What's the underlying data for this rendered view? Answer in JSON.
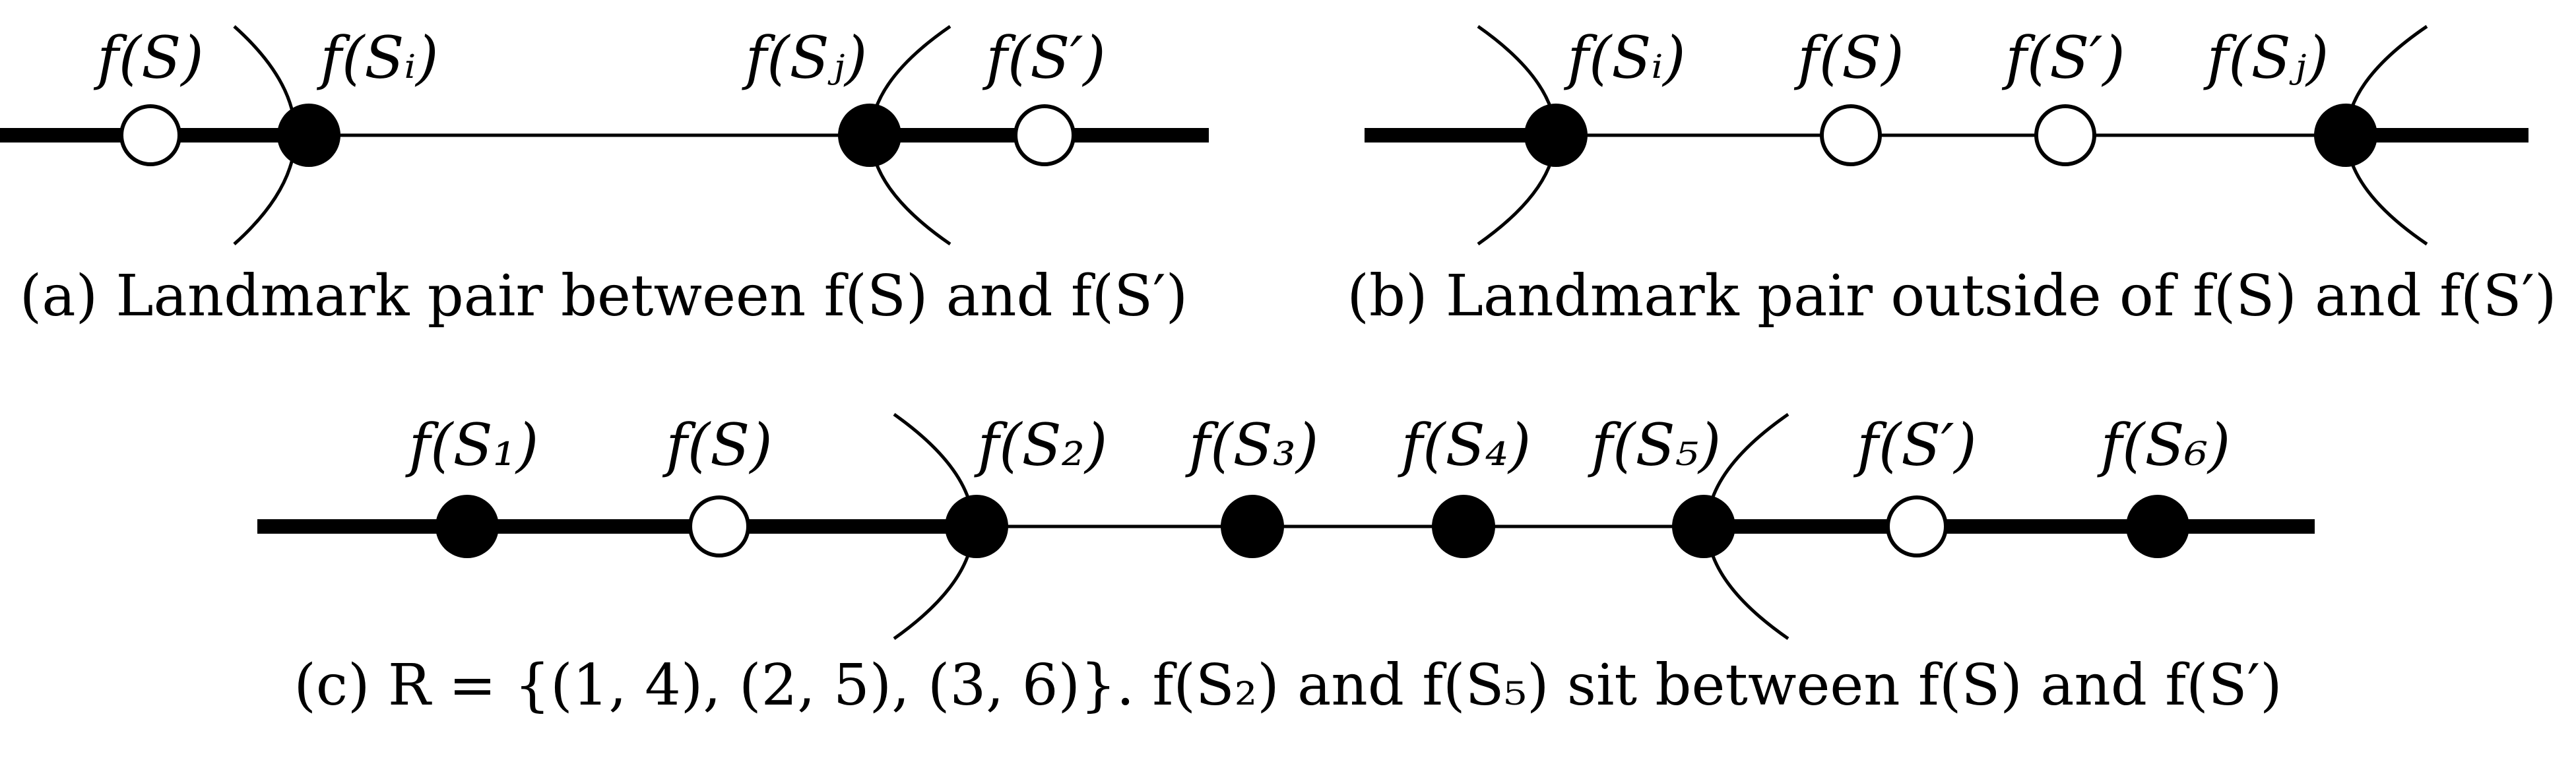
{
  "panels": [
    {
      "id": "a",
      "labels": [
        "f(S)",
        "f(Sᵢ)",
        "f(Sⱼ)",
        "f(S′)"
      ],
      "caption": "(a) Landmark pair between f(S) and f(S′)"
    },
    {
      "id": "b",
      "labels": [
        "f(Sᵢ)",
        "f(S)",
        "f(S′)",
        "f(Sⱼ)"
      ],
      "caption": "(b) Landmark pair outside of f(S) and f(S′)"
    },
    {
      "id": "c",
      "labels": [
        "f(S₁)",
        "f(S)",
        "f(S₂)",
        "f(S₃)",
        "f(S₄)",
        "f(S₅)",
        "f(S′)",
        "f(S₆)"
      ],
      "caption": "(c) R = {(1, 4), (2, 5), (3, 6)}. f(S₂) and f(S₅) sit between f(S) and f(S′)"
    }
  ]
}
